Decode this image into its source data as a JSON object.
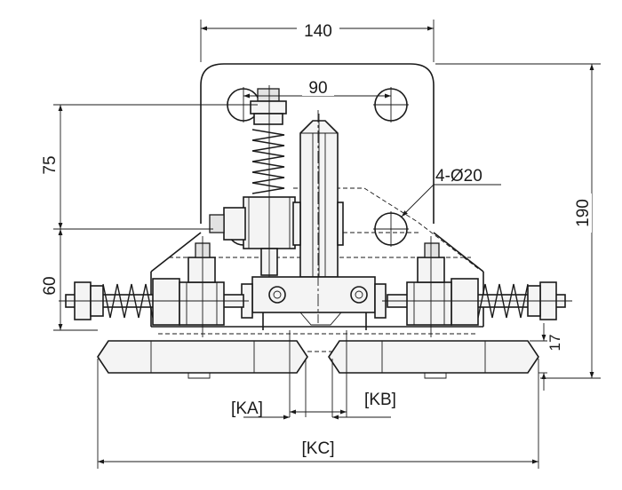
{
  "dimensions": {
    "width_top": "140",
    "hole_spacing": "90",
    "height_upper": "75",
    "height_lower": "60",
    "height_total": "190",
    "hole_spec": "4-Ø20",
    "shoe_height": "17"
  },
  "labels": {
    "ka": "[KA]",
    "kb": "[KB]",
    "kc": "[KC]"
  }
}
